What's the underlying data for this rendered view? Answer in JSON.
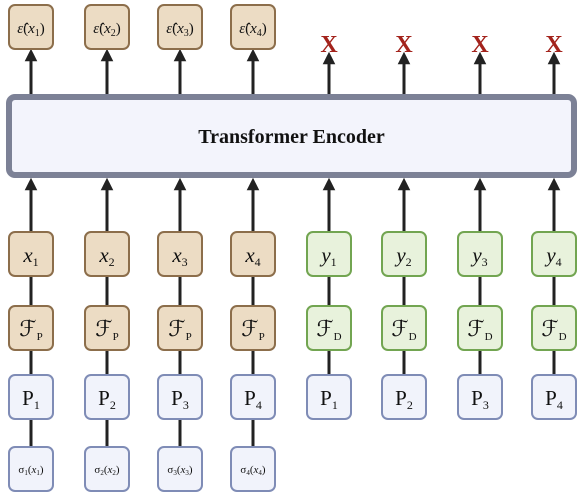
{
  "encoder": {
    "title": "Transformer Encoder"
  },
  "colors": {
    "tan_fill": "#ecdcc4",
    "tan_stroke": "#8c6e4b",
    "green_fill": "#e8f2dc",
    "green_stroke": "#72a551",
    "p_fill": "#f1f3fb",
    "p_stroke": "#7f8cb6",
    "encoder_fill": "#f3f4fc",
    "encoder_stroke": "#7c8196",
    "x_mark": "#a3231c",
    "arrow": "#222222"
  },
  "outputs": [
    {
      "base": "ε̂",
      "var": "x",
      "sub": "1"
    },
    {
      "base": "ε̂",
      "var": "x",
      "sub": "2"
    },
    {
      "base": "ε̂",
      "var": "x",
      "sub": "3"
    },
    {
      "base": "ε̂",
      "var": "x",
      "sub": "4"
    }
  ],
  "masked_outputs": [
    "x",
    "x",
    "x",
    "x"
  ],
  "tokens": [
    {
      "var": "x",
      "sub": "1",
      "kind": "tan"
    },
    {
      "var": "x",
      "sub": "2",
      "kind": "tan"
    },
    {
      "var": "x",
      "sub": "3",
      "kind": "tan"
    },
    {
      "var": "x",
      "sub": "4",
      "kind": "tan"
    },
    {
      "var": "y",
      "sub": "1",
      "kind": "green"
    },
    {
      "var": "y",
      "sub": "2",
      "kind": "green"
    },
    {
      "var": "y",
      "sub": "3",
      "kind": "green"
    },
    {
      "var": "y",
      "sub": "4",
      "kind": "green"
    }
  ],
  "feature_maps": [
    {
      "symbol": "ℱ",
      "sub": "P",
      "kind": "tan"
    },
    {
      "symbol": "ℱ",
      "sub": "P",
      "kind": "tan"
    },
    {
      "symbol": "ℱ",
      "sub": "P",
      "kind": "tan"
    },
    {
      "symbol": "ℱ",
      "sub": "P",
      "kind": "tan"
    },
    {
      "symbol": "ℱ",
      "sub": "D",
      "kind": "green"
    },
    {
      "symbol": "ℱ",
      "sub": "D",
      "kind": "green"
    },
    {
      "symbol": "ℱ",
      "sub": "D",
      "kind": "green"
    },
    {
      "symbol": "ℱ",
      "sub": "D",
      "kind": "green"
    }
  ],
  "p_blocks": [
    {
      "base": "P",
      "sub": "1"
    },
    {
      "base": "P",
      "sub": "2"
    },
    {
      "base": "P",
      "sub": "3"
    },
    {
      "base": "P",
      "sub": "4"
    },
    {
      "base": "P",
      "sub": "1"
    },
    {
      "base": "P",
      "sub": "2"
    },
    {
      "base": "P",
      "sub": "3"
    },
    {
      "base": "P",
      "sub": "4"
    }
  ],
  "sigma_inputs": [
    {
      "base": "σ",
      "sub": "1",
      "arg": "x",
      "argsub": "1"
    },
    {
      "base": "σ",
      "sub": "2",
      "arg": "x",
      "argsub": "2"
    },
    {
      "base": "σ",
      "sub": "3",
      "arg": "x",
      "argsub": "3"
    },
    {
      "base": "σ",
      "sub": "4",
      "arg": "x",
      "argsub": "4"
    }
  ]
}
